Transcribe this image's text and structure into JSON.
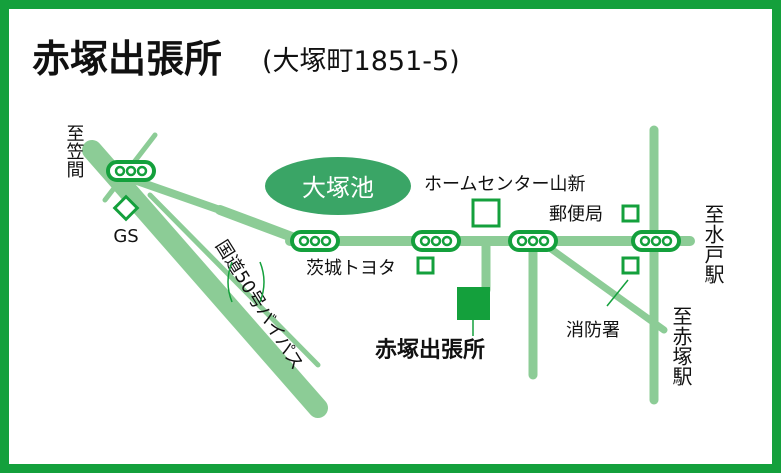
{
  "title": {
    "main": "赤塚出張所",
    "address": "(大塚町1851-5)"
  },
  "labels": {
    "to_kasama": "至笠間",
    "to_mito_station": "至水戸駅",
    "to_akatsuka_station": "至赤塚駅",
    "otsuka_pond": "大塚池",
    "home_center": "ホームセンター山新",
    "gs": "GS",
    "post_office": "郵便局",
    "ibaraki_toyota": "茨城トヨタ",
    "akatsuka_branch": "赤塚出張所",
    "fire_station": "消防署",
    "route50_bypass": "国道50号バイパス"
  },
  "colors": {
    "frame": "#14a03c",
    "road": "#8ccc96",
    "pond": "#3aa566",
    "branch_marker": "#14a03c",
    "signal": "#14a03c",
    "outline": "#14a03c",
    "text": "#111111"
  },
  "icons": {
    "traffic_signal": "traffic-light-icon",
    "landmark": "square-outline-icon",
    "destination": "filled-square-icon"
  }
}
